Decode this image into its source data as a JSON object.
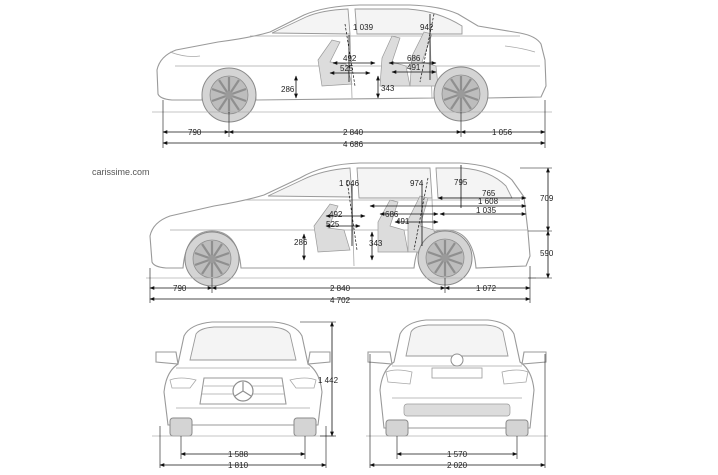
{
  "watermark": "carissime.com",
  "sedan_side": {
    "headroom_front": "1 039",
    "headroom_rear": "942",
    "knee_front": "492",
    "leg_front": "525",
    "knee_rear": "686",
    "leg_rear": "491",
    "seat_front": "286",
    "seat_rear": "343",
    "overhang_front": "790",
    "wheelbase": "2 840",
    "overhang_rear": "1 056",
    "length": "4 686"
  },
  "estate_side": {
    "headroom_front": "1 046",
    "headroom_rear": "974",
    "cargo_height": "795",
    "cargo_length_1": "765",
    "cargo_length_2": "1 608",
    "cargo_length_3": "1 035",
    "knee_front": "492",
    "leg_front": "525",
    "knee_rear": "686",
    "leg_rear": "491",
    "seat_front": "286",
    "seat_rear": "343",
    "cargo_opening": "709",
    "loading_sill": "590",
    "overhang_front": "790",
    "wheelbase": "2 840",
    "overhang_rear": "1 072",
    "length": "4 702"
  },
  "front_view": {
    "height": "1 442",
    "track_front": "1 588",
    "width": "1 810"
  },
  "rear_view": {
    "track_rear": "1 570",
    "width_mirrors": "2 020"
  }
}
